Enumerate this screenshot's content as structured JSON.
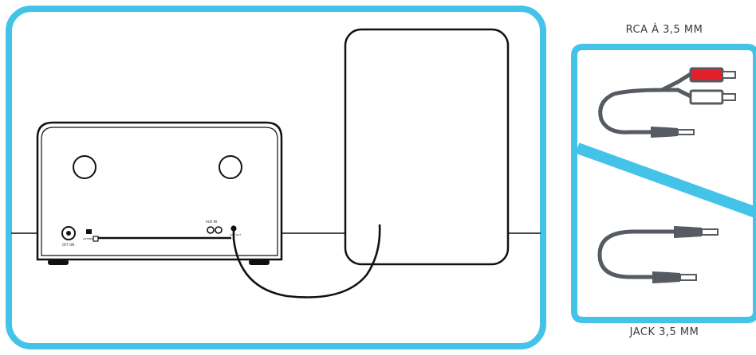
{
  "diagram": {
    "frame_color": "#44c3e9",
    "cable_color": "#555b60",
    "plug_red": "#e2202a",
    "radio_rear_panel": {
      "power_switch_label": "OFF  ON",
      "aux_in_label": "AUX IN",
      "antenna_label": "ANTENNA",
      "line_out_label": "LINE OUT"
    },
    "cables": {
      "rca_label": "RCA À 3,5 MM",
      "jack_label": "JACK 3,5 MM"
    }
  }
}
